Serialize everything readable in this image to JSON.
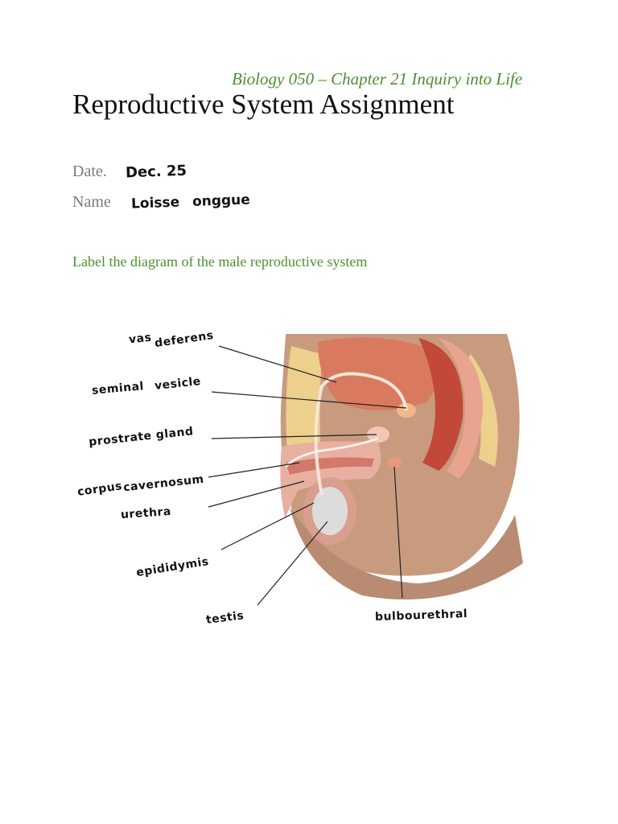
{
  "header": {
    "course": "Biology 050 – Chapter 21 Inquiry into Life",
    "title": "Reproductive System Assignment"
  },
  "fields": {
    "date_label": "Date.",
    "date_value": "Dec. 25",
    "name_label": "Name",
    "name_value": "Loisse onggue"
  },
  "instruction": "Label the diagram of the male reproductive system",
  "labels": {
    "vas": "vas",
    "deferens": "deferens",
    "seminal": "seminal",
    "vesicle": "vesicle",
    "prostrate_gland": "prostrate gland",
    "corpus": "corpus",
    "cavernosum": "cavernosum",
    "urethra": "urethra",
    "epididymis": "epididymis",
    "testis": "testis",
    "bulbourethral": "bulbourethral"
  }
}
